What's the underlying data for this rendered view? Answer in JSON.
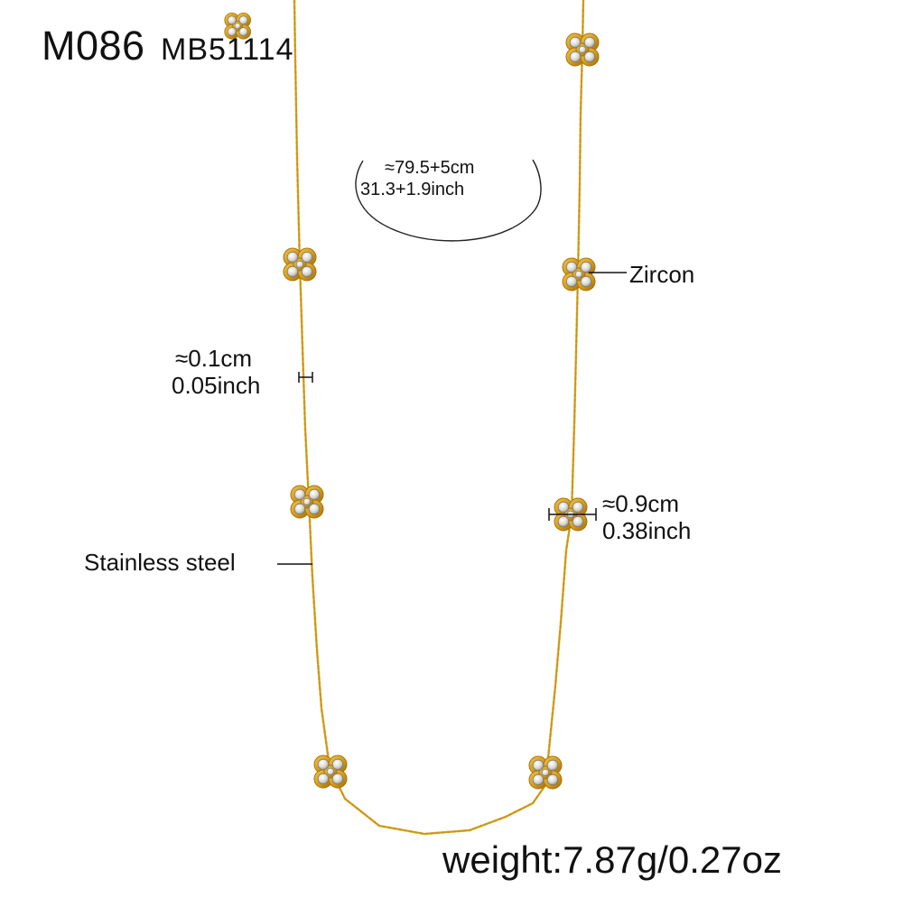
{
  "header": {
    "model_code": "M086",
    "sku": "MB51114"
  },
  "dimensions": {
    "length_cm": "≈79.5+5cm",
    "length_inch": "31.3+1.9inch",
    "chain_width_cm": "≈0.1cm",
    "chain_width_inch": "0.05inch",
    "clover_size_cm": "≈0.9cm",
    "clover_size_inch": "0.38inch"
  },
  "labels": {
    "stone": "Zircon",
    "material": "Stainless steel"
  },
  "footer": {
    "weight": "weight:7.87g/0.27oz"
  },
  "colors": {
    "gold": "#d8a21f",
    "gold_dark": "#a97508",
    "zircon": "#f7f7f2",
    "text": "#111111"
  }
}
